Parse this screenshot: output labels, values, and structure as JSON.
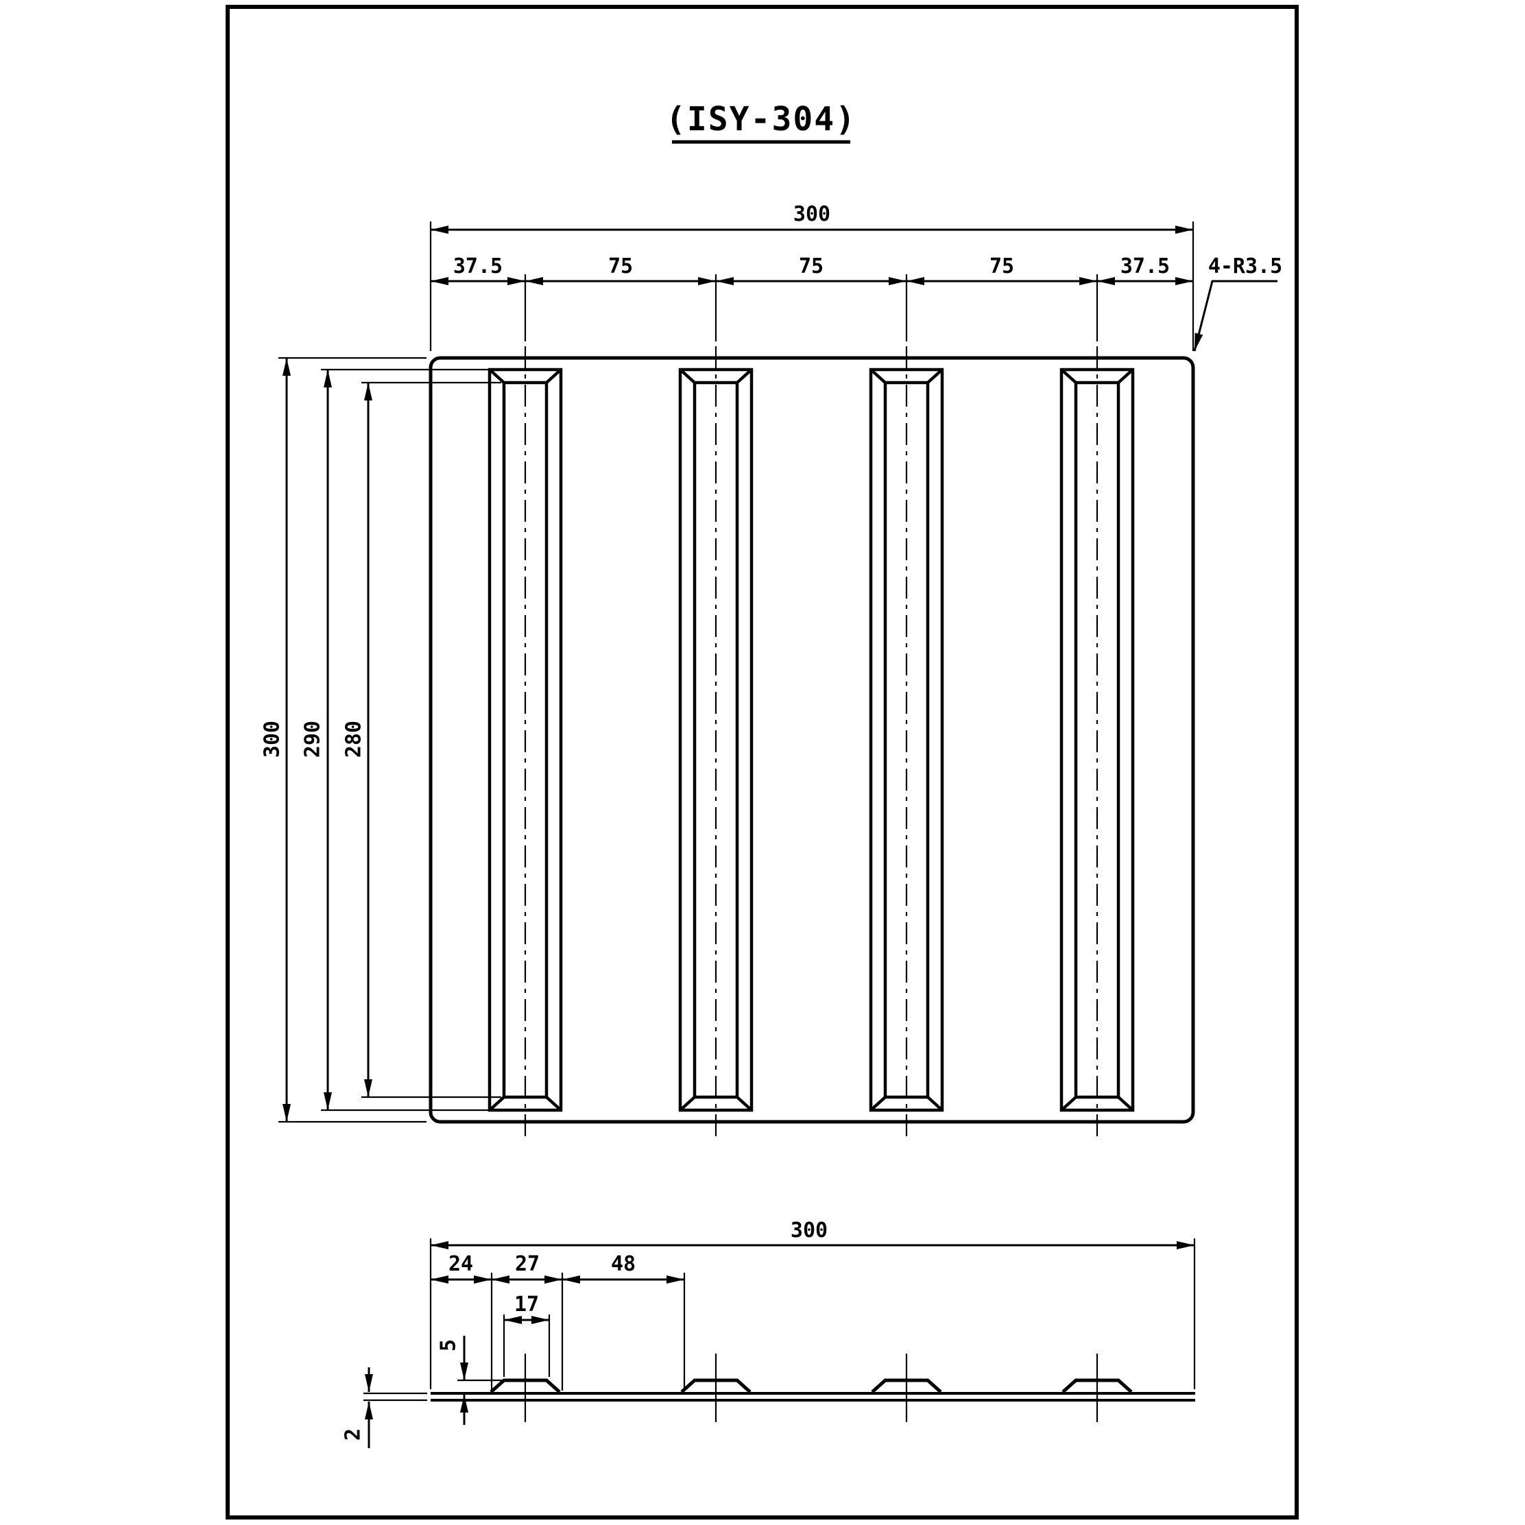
{
  "title": "(ISY-304)",
  "top_view": {
    "overall_width": "300",
    "segments": [
      "37.5",
      "75",
      "75",
      "75",
      "37.5"
    ],
    "corner_callout": "4-R3.5",
    "overall_height": "300",
    "rib_outer_length": "290",
    "rib_inner_length": "280"
  },
  "section_view": {
    "overall_width": "300",
    "edge_to_rib_base": "24",
    "rib_base_width": "27",
    "rib_spacing_gap": "48",
    "rib_top_width": "17",
    "rib_height": "5",
    "plate_thickness": "2"
  },
  "colors": {
    "ink": "#000000",
    "paper": "#ffffff"
  }
}
